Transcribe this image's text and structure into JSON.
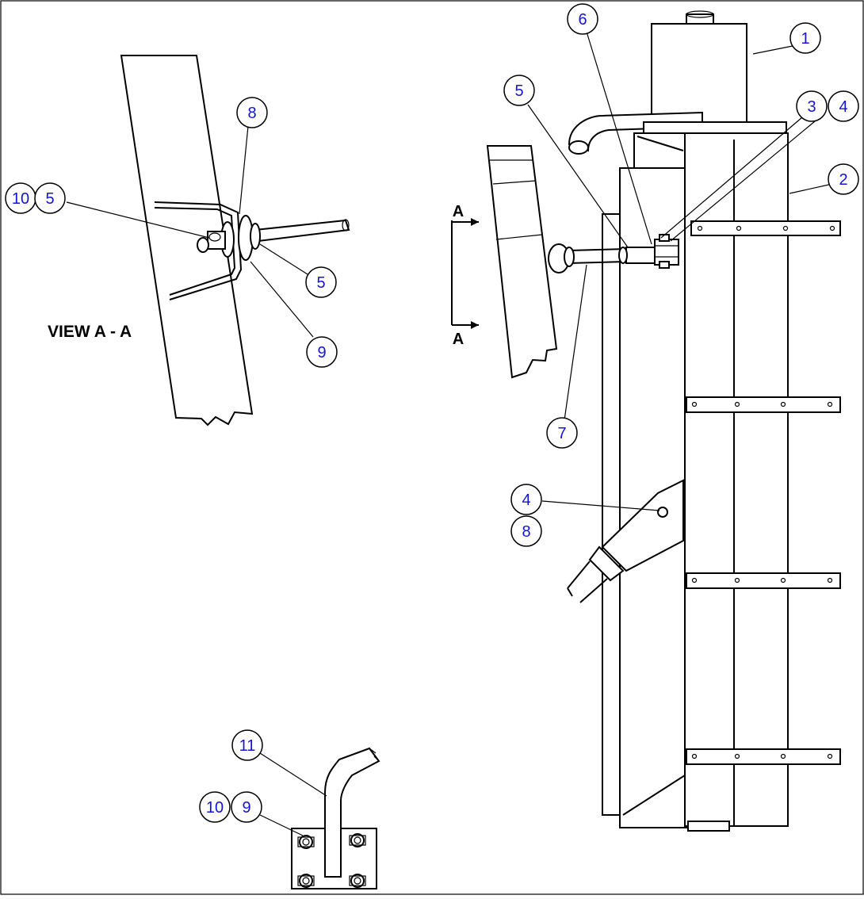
{
  "diagram": {
    "view_label": "VIEW A - A",
    "section_label": "A",
    "callouts": [
      {
        "id": "c-1",
        "label": "1"
      },
      {
        "id": "c-2",
        "label": "2"
      },
      {
        "id": "c-3",
        "label": "3"
      },
      {
        "id": "c-4a",
        "label": "4"
      },
      {
        "id": "c-5a",
        "label": "5"
      },
      {
        "id": "c-6",
        "label": "6"
      },
      {
        "id": "c-7",
        "label": "7"
      },
      {
        "id": "c-4b",
        "label": "4"
      },
      {
        "id": "c-8b",
        "label": "8"
      },
      {
        "id": "c-8a",
        "label": "8"
      },
      {
        "id": "c-10a",
        "label": "10"
      },
      {
        "id": "c-5b",
        "label": "5"
      },
      {
        "id": "c-5c",
        "label": "5"
      },
      {
        "id": "c-9a",
        "label": "9"
      },
      {
        "id": "c-11",
        "label": "11"
      },
      {
        "id": "c-10b",
        "label": "10"
      },
      {
        "id": "c-9b",
        "label": "9"
      }
    ]
  }
}
